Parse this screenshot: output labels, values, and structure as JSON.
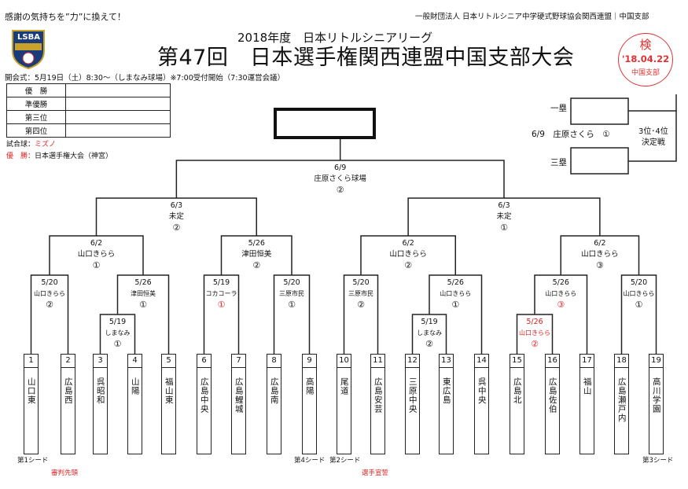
{
  "header": {
    "slogan": "感謝の気持ちを”力”に換えて！",
    "org": "一般財団法人 日本リトルシニア中学硬式野球協会関西連盟｜中国支部",
    "logo_text": "LSBA",
    "year_line": "2018年度　日本リトルシニアリーグ",
    "title": "第47回　日本選手権関西連盟中国支部大会",
    "opening": "開会式：5月19日（土）8:30～（しまなみ球場）※7:00受付開始（7:30運営会議）"
  },
  "stamp": {
    "mark": "検",
    "date": "'18.04.22",
    "branch": "中国支部"
  },
  "results": {
    "rows": [
      "優　勝",
      "準優勝",
      "第三位",
      "第四位"
    ]
  },
  "notes": {
    "ball_label": "試合球：",
    "ball_value": "ミズノ",
    "win_label": "優　勝：",
    "win_value": "日本選手権大会（神宮）"
  },
  "third_place": {
    "first_base": "一塁",
    "third_base": "三塁",
    "match": "6/9　庄原さくら　①",
    "title": "3位･4位\n決定戦",
    "title_l1": "3位･4位",
    "title_l2": "決定戦"
  },
  "matches": {
    "final": {
      "date": "6/9",
      "venue": "庄原さくら球場",
      "game": "②"
    },
    "sf_l": {
      "date": "6/3",
      "venue": "未定",
      "game": "②"
    },
    "sf_r": {
      "date": "6/3",
      "venue": "未定",
      "game": "①"
    },
    "qf1": {
      "date": "6/2",
      "venue": "山口きらら",
      "game": "①"
    },
    "qf2": {
      "date": "5/26",
      "venue": "津田恒美",
      "game": "②"
    },
    "qf3": {
      "date": "6/2",
      "venue": "山口きらら",
      "game": "②"
    },
    "qf4": {
      "date": "6/2",
      "venue": "山口きらら",
      "game": "③"
    },
    "r1": {
      "date": "5/20",
      "venue": "山口きらら",
      "game": "②"
    },
    "r2": {
      "date": "5/26",
      "venue": "津田恒美",
      "game": "①"
    },
    "r3": {
      "date": "5/19",
      "venue": "コカコーラ",
      "game": "①"
    },
    "r4": {
      "date": "5/20",
      "venue": "三原市民",
      "game": "①"
    },
    "r5": {
      "date": "5/20",
      "venue": "三原市民",
      "game": "②"
    },
    "r6": {
      "date": "5/26",
      "venue": "山口きらら",
      "game": "①"
    },
    "r7": {
      "date": "5/26",
      "venue": "山口きらら",
      "game": "③"
    },
    "r8": {
      "date": "5/20",
      "venue": "山口きらら",
      "game": "①"
    },
    "p1": {
      "date": "5/19",
      "venue": "しまなみ",
      "game": "①"
    },
    "p2": {
      "date": "5/19",
      "venue": "しまなみ",
      "game": "②"
    },
    "p3": {
      "date": "5/26",
      "venue": "山口きらら",
      "game": "②"
    }
  },
  "teams": [
    {
      "num": "1",
      "name": "山口東"
    },
    {
      "num": "2",
      "name": "広島西"
    },
    {
      "num": "3",
      "name": "呉昭和"
    },
    {
      "num": "4",
      "name": "山陽"
    },
    {
      "num": "5",
      "name": "福山東"
    },
    {
      "num": "6",
      "name": "広島中央"
    },
    {
      "num": "7",
      "name": "広島鯉城"
    },
    {
      "num": "8",
      "name": "広島南"
    },
    {
      "num": "9",
      "name": "高陽"
    },
    {
      "num": "10",
      "name": "尾道"
    },
    {
      "num": "11",
      "name": "広島安芸"
    },
    {
      "num": "12",
      "name": "三原中央"
    },
    {
      "num": "13",
      "name": "東広島"
    },
    {
      "num": "14",
      "name": "呉中央"
    },
    {
      "num": "15",
      "name": "広島北"
    },
    {
      "num": "16",
      "name": "広島佐伯"
    },
    {
      "num": "17",
      "name": "福山"
    },
    {
      "num": "18",
      "name": "広島瀬戸内"
    },
    {
      "num": "19",
      "name": "高川学園"
    }
  ],
  "seeds": {
    "s1": "第1シード",
    "s4": "第4シード",
    "s2": "第2シード",
    "s3": "第3シード"
  },
  "footer": {
    "umpire": "審判先頭",
    "oath": "選手宣誓"
  },
  "colors": {
    "accent_red": "#dd2222",
    "line": "#222222"
  }
}
